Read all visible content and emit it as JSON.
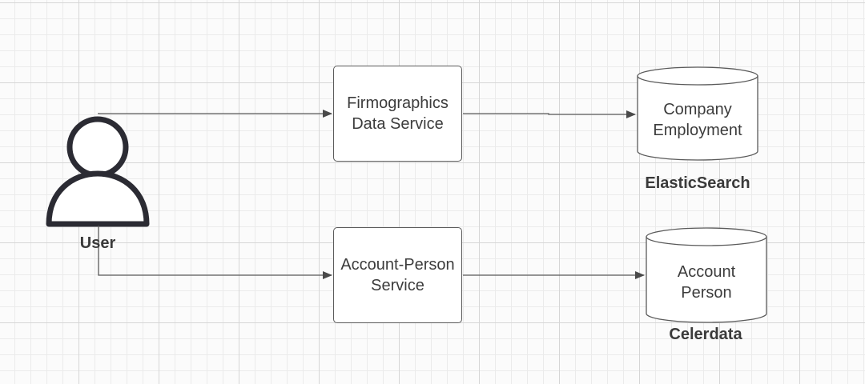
{
  "actor": {
    "label": "User"
  },
  "services": {
    "firmographics": {
      "line1": "Firmographics",
      "line2": "Data Service"
    },
    "account_person": {
      "line1": "Account-Person",
      "line2": "Service"
    }
  },
  "datastores": {
    "company_employment": {
      "line1": "Company",
      "line2": "Employment",
      "caption": "ElasticSearch"
    },
    "account_person": {
      "line1": "Account",
      "line2": "Person",
      "caption": "Celerdata"
    }
  },
  "colors": {
    "stroke": "#5a5a5a",
    "actor_stroke": "#2b2b33",
    "text": "#3c3c3c"
  }
}
